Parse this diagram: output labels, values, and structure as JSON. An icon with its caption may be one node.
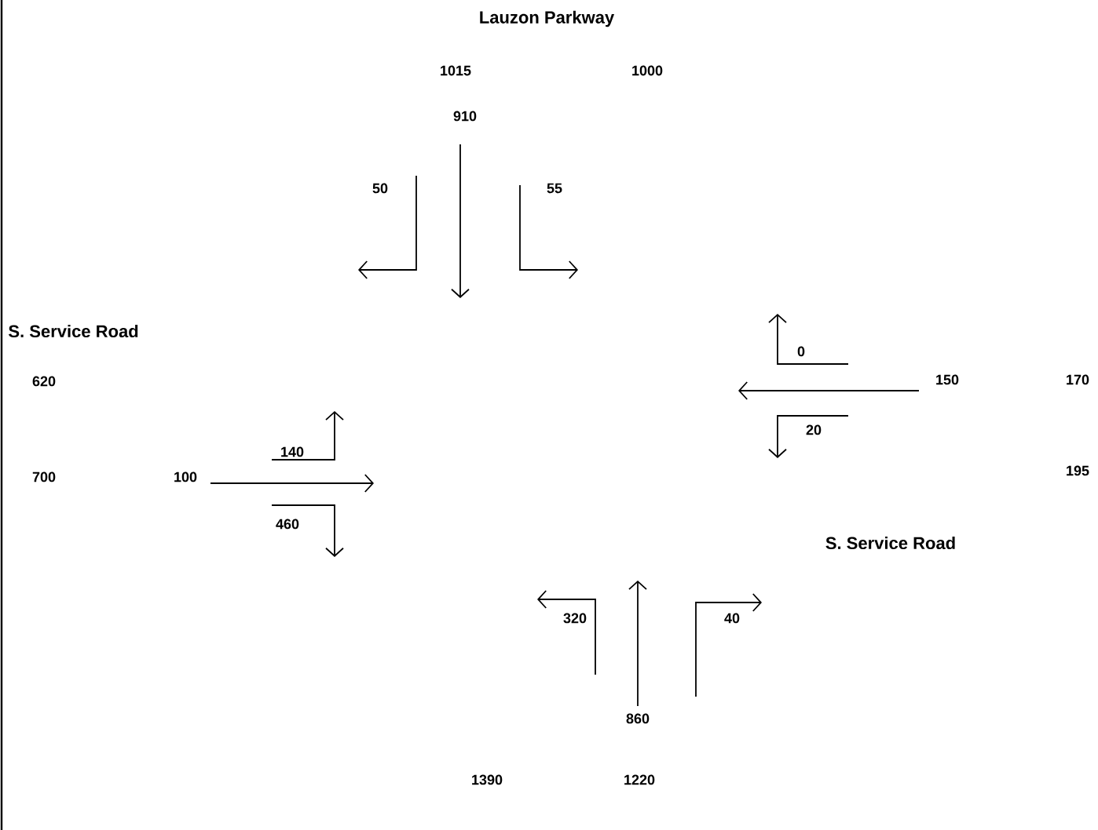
{
  "diagram": {
    "labels": [
      "Lauzon Parkway",
      "1015",
      "1000",
      "910",
      "50",
      "55",
      "S. Service Road",
      "620",
      "0",
      "150",
      "170",
      "20",
      "140",
      "700",
      "100",
      "195",
      "460",
      "S. Service Road",
      "320",
      "40",
      "860",
      "1390",
      "1220"
    ]
  }
}
